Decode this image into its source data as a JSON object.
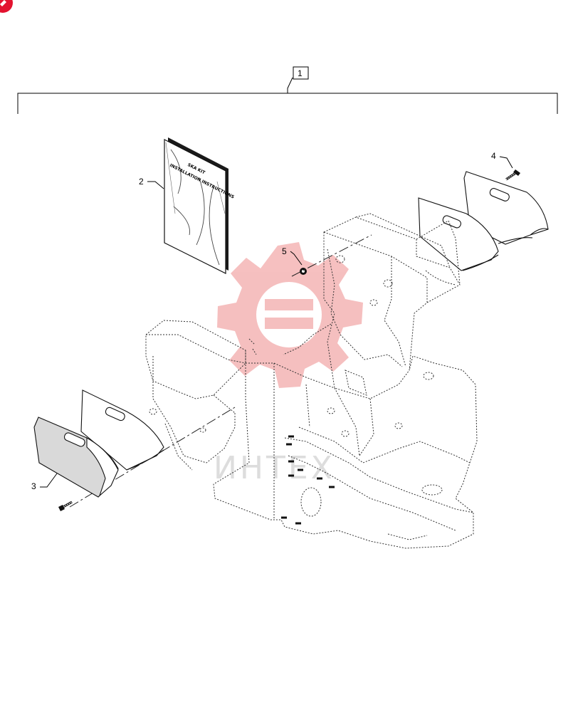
{
  "corner_badge": {
    "color": "#e3122f",
    "icon": "brand-badge-icon"
  },
  "kit_callout": {
    "label": "1"
  },
  "callouts": [
    {
      "id": "booklet",
      "label": "2"
    },
    {
      "id": "front-plate",
      "label": "3"
    },
    {
      "id": "rear-bolt",
      "label": "4"
    },
    {
      "id": "nut",
      "label": "5"
    }
  ],
  "booklet": {
    "line1": "SKA KIT",
    "line2": "INSTALLATION INSTRUCTIONS"
  },
  "watermark": {
    "text": "ИНТЕХ",
    "color": "#f4b5b5",
    "icon": "gear-logo-icon"
  }
}
